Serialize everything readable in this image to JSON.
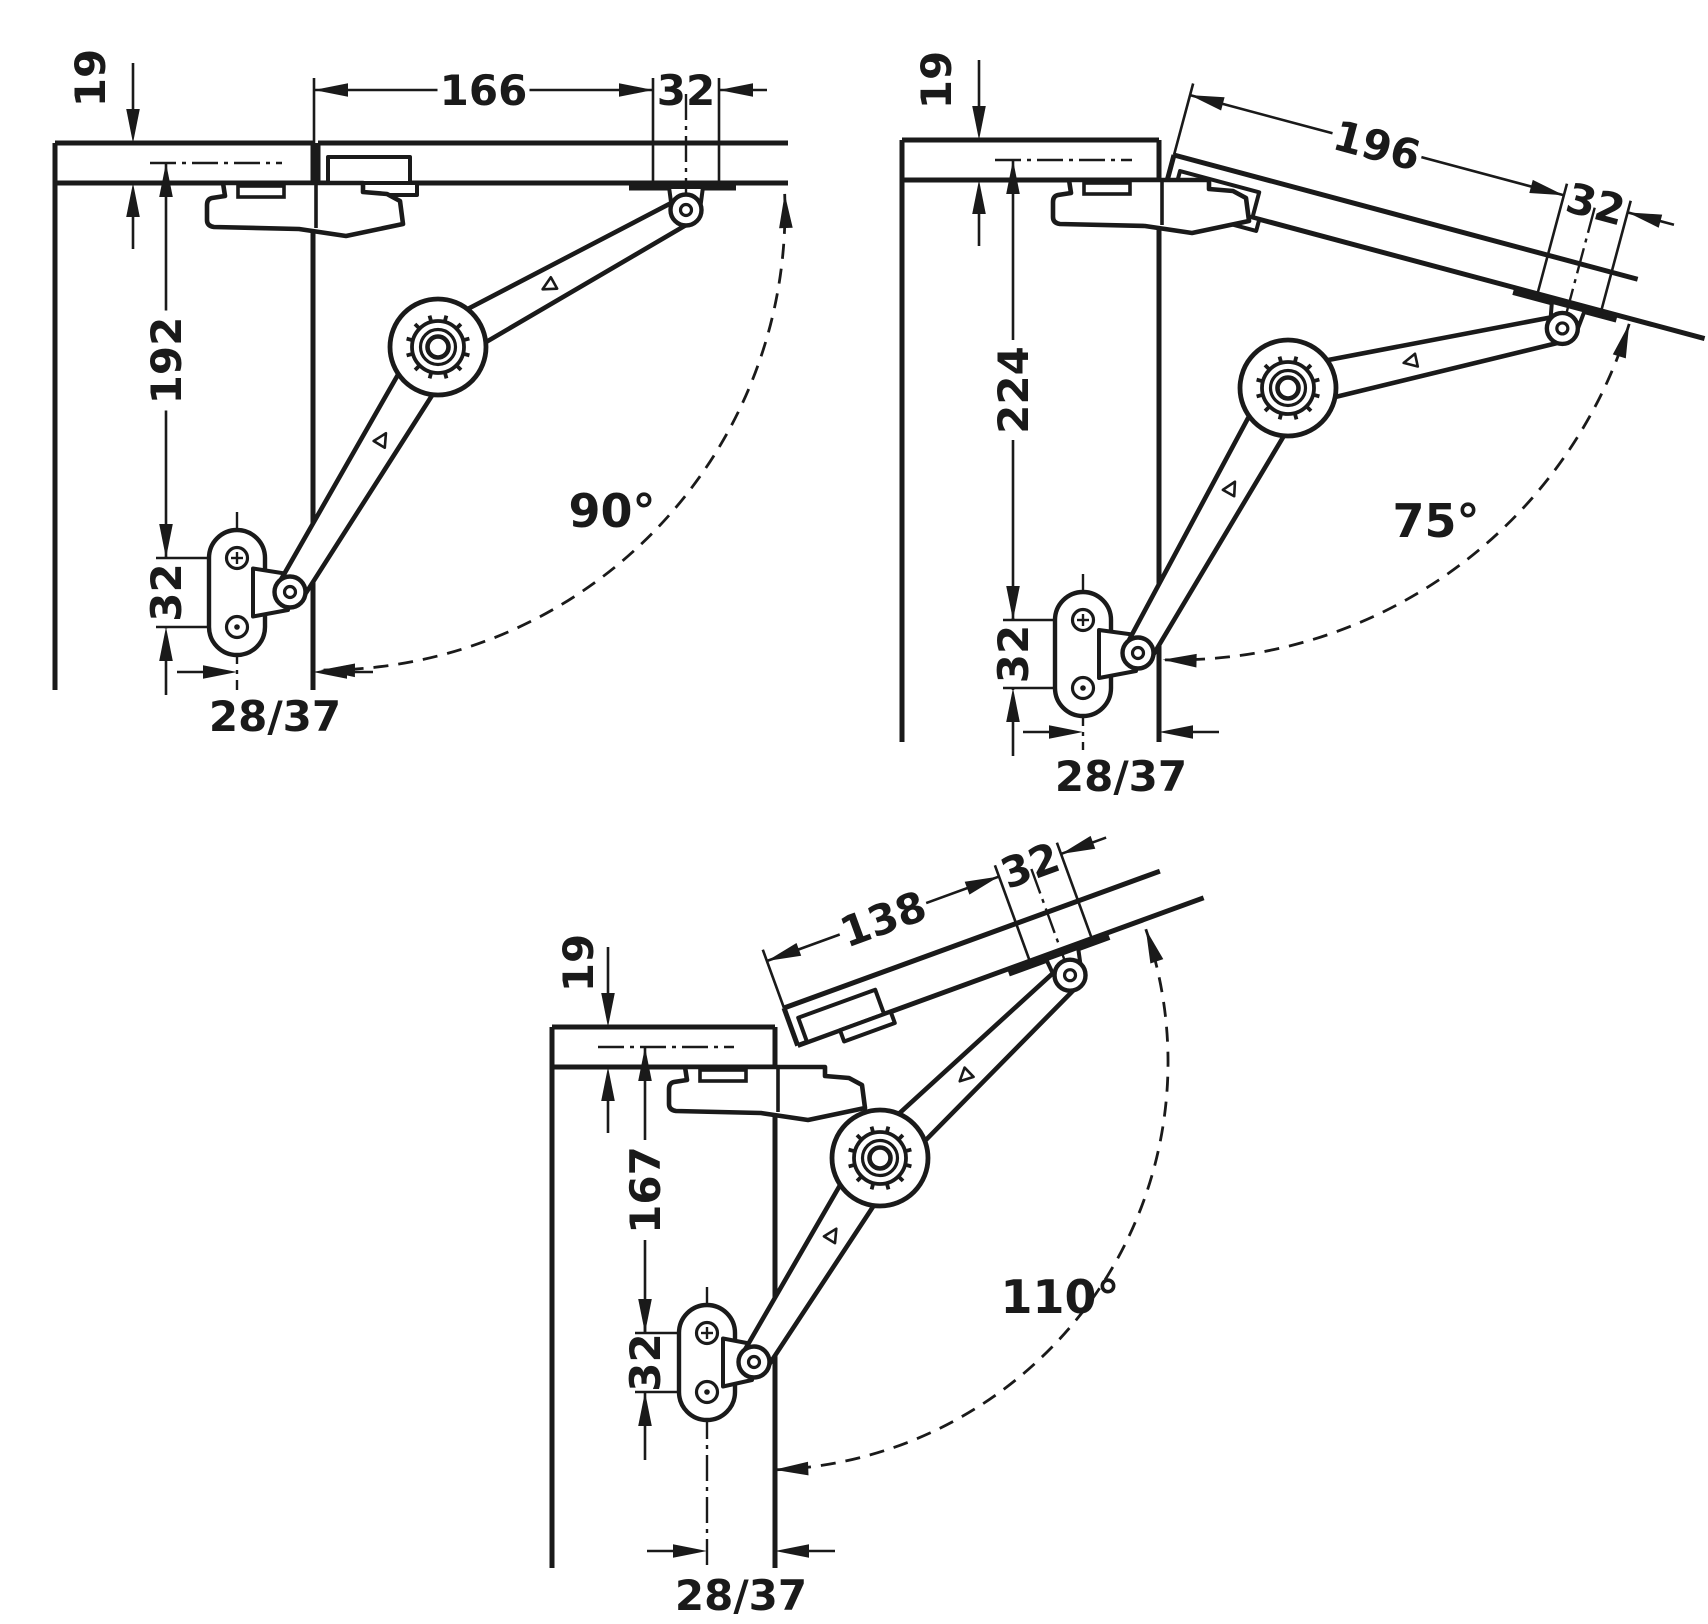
{
  "page": {
    "background": "#ffffff",
    "ink": "#1a1a1a"
  },
  "diagrams": [
    {
      "id": "90",
      "opening_angle": "90°",
      "panel_thickness": "19",
      "flap_fixing_length": "166",
      "flap_edge_distance": "32",
      "arm_mounting_height": "192",
      "bracket_hole_spacing": "32",
      "front_edge_distance": "28/37"
    },
    {
      "id": "75",
      "opening_angle": "75°",
      "panel_thickness": "19",
      "flap_fixing_length": "196",
      "flap_edge_distance": "32",
      "arm_mounting_height": "224",
      "bracket_hole_spacing": "32",
      "front_edge_distance": "28/37"
    },
    {
      "id": "110",
      "opening_angle": "110°",
      "panel_thickness": "19",
      "flap_fixing_length": "138",
      "flap_edge_distance": "32",
      "arm_mounting_height": "167",
      "bracket_hole_spacing": "32",
      "front_edge_distance": "28/37"
    }
  ]
}
